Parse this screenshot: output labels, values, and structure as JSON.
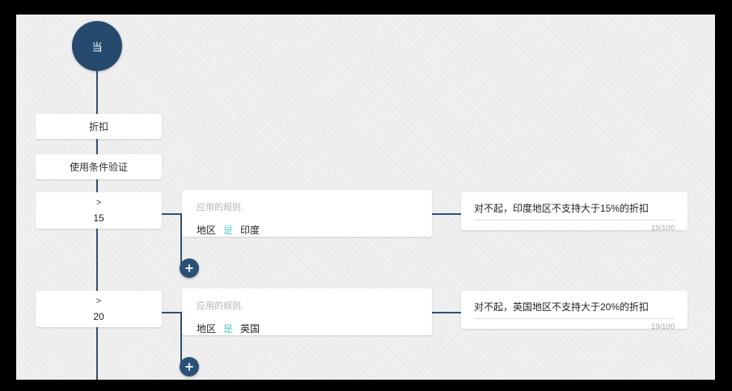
{
  "canvas": {
    "background_color": "#ececec",
    "accent_color": "#254a6e",
    "operator_color": "#5bc8c0"
  },
  "start_node": {
    "label": "当",
    "icon": "start-node-icon"
  },
  "flow_nodes": [
    {
      "name": "discount",
      "label": "折扣"
    },
    {
      "name": "usage-condition-validation",
      "label": "使用条件验证"
    }
  ],
  "branches": [
    {
      "condition": {
        "operator": ">",
        "value": "15"
      },
      "rule": {
        "caption": "应用的规则.",
        "field": "地区",
        "operator": "是",
        "value": "印度"
      },
      "message": {
        "text": "对不起，印度地区不支持大于15%的折扣",
        "counter": "19/100"
      },
      "add_button": {
        "label": "+"
      }
    },
    {
      "condition": {
        "operator": ">",
        "value": "20"
      },
      "rule": {
        "caption": "应用的规则.",
        "field": "地区",
        "operator": "是",
        "value": "英国"
      },
      "message": {
        "text": "对不起，英国地区不支持大于20%的折扣",
        "counter": "19/100"
      },
      "add_button": {
        "label": "+"
      }
    }
  ]
}
